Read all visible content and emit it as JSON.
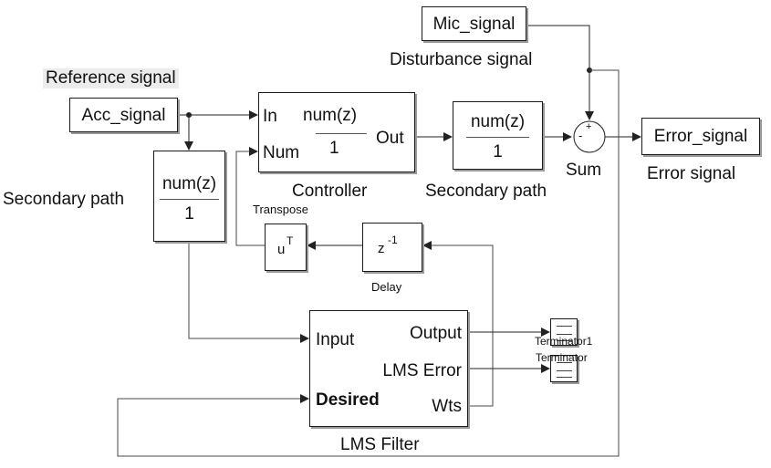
{
  "blocks": {
    "mic_signal": "Mic_signal",
    "acc_signal": "Acc_signal",
    "error_signal": "Error_signal",
    "controller": {
      "name": "Controller",
      "port_in": "In",
      "port_num": "Num",
      "port_out": "Out",
      "numerator": "num(z)",
      "denominator": "1"
    },
    "secondary_path_top": {
      "name": "Secondary path",
      "numerator": "num(z)",
      "denominator": "1"
    },
    "secondary_path_left": {
      "name": "Secondary path",
      "numerator": "num(z)",
      "denominator": "1"
    },
    "sum": {
      "name": "Sum",
      "sign_top": "+",
      "sign_left": "-"
    },
    "transpose": {
      "name": "Transpose",
      "symbol": "u",
      "superscript": "T"
    },
    "delay": {
      "name": "Delay",
      "symbol": "z",
      "superscript": "-1"
    },
    "lms": {
      "name": "LMS Filter",
      "port_input": "Input",
      "port_desired": "Desired",
      "port_output": "Output",
      "port_lms_error": "LMS Error",
      "port_wts": "Wts"
    },
    "terminator1": {
      "name": "Terminator1"
    },
    "terminator2": {
      "name": "Terminator"
    }
  },
  "annotations": {
    "reference_signal": "Reference signal",
    "disturbance_signal": "Disturbance signal",
    "error_signal": "Error signal"
  }
}
